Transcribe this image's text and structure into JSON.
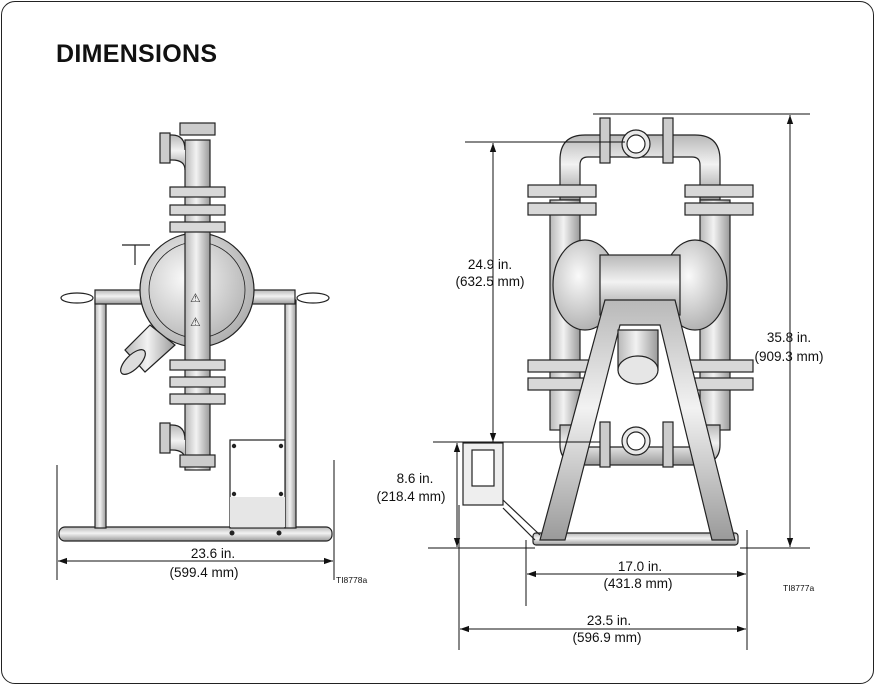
{
  "title": "DIMENSIONS",
  "left_view": {
    "width_dim": {
      "inches": "23.6 in.",
      "mm": "(599.4 mm)"
    },
    "figure_id": "TI8778a"
  },
  "right_view": {
    "inlet_height_dim": {
      "inches": "24.9 in.",
      "mm": "(632.5 mm)"
    },
    "overall_height_dim": {
      "inches": "35.8 in.",
      "mm": "(909.3 mm)"
    },
    "outlet_height_dim": {
      "inches": "8.6 in.",
      "mm": "(218.4 mm)"
    },
    "base_width_dim": {
      "inches": "17.0 in.",
      "mm": "(431.8 mm)"
    },
    "overall_width_dim": {
      "inches": "23.5 in.",
      "mm": "(596.9 mm)"
    },
    "figure_id": "TI8777a"
  }
}
